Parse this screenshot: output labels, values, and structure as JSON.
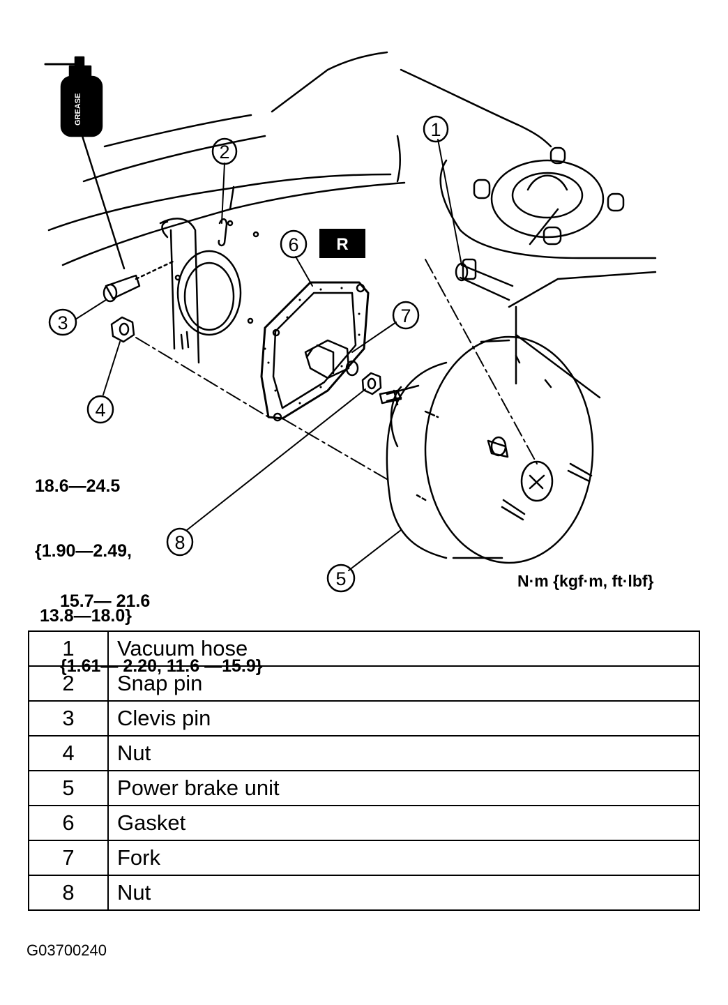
{
  "callouts": [
    "1",
    "2",
    "3",
    "4",
    "5",
    "6",
    "7",
    "8"
  ],
  "grease_label": "GREASE",
  "r_badge": "R",
  "torque_nut_4": [
    "18.6—24.5",
    "{1.90—2.49,",
    " 13.8—18.0}"
  ],
  "torque_nut_8": [
    "15.7— 21.6",
    "{1.61— 2.20, 11.6 —15.9}"
  ],
  "units_label": "N·m {kgf·m, ft·lbf}",
  "parts": [
    {
      "num": "1",
      "name": "Vacuum hose"
    },
    {
      "num": "2",
      "name": "Snap pin"
    },
    {
      "num": "3",
      "name": "Clevis pin"
    },
    {
      "num": "4",
      "name": "Nut"
    },
    {
      "num": "5",
      "name": "Power brake unit"
    },
    {
      "num": "6",
      "name": "Gasket"
    },
    {
      "num": "7",
      "name": "Fork"
    },
    {
      "num": "8",
      "name": "Nut"
    }
  ],
  "figure_id": "G03700240"
}
